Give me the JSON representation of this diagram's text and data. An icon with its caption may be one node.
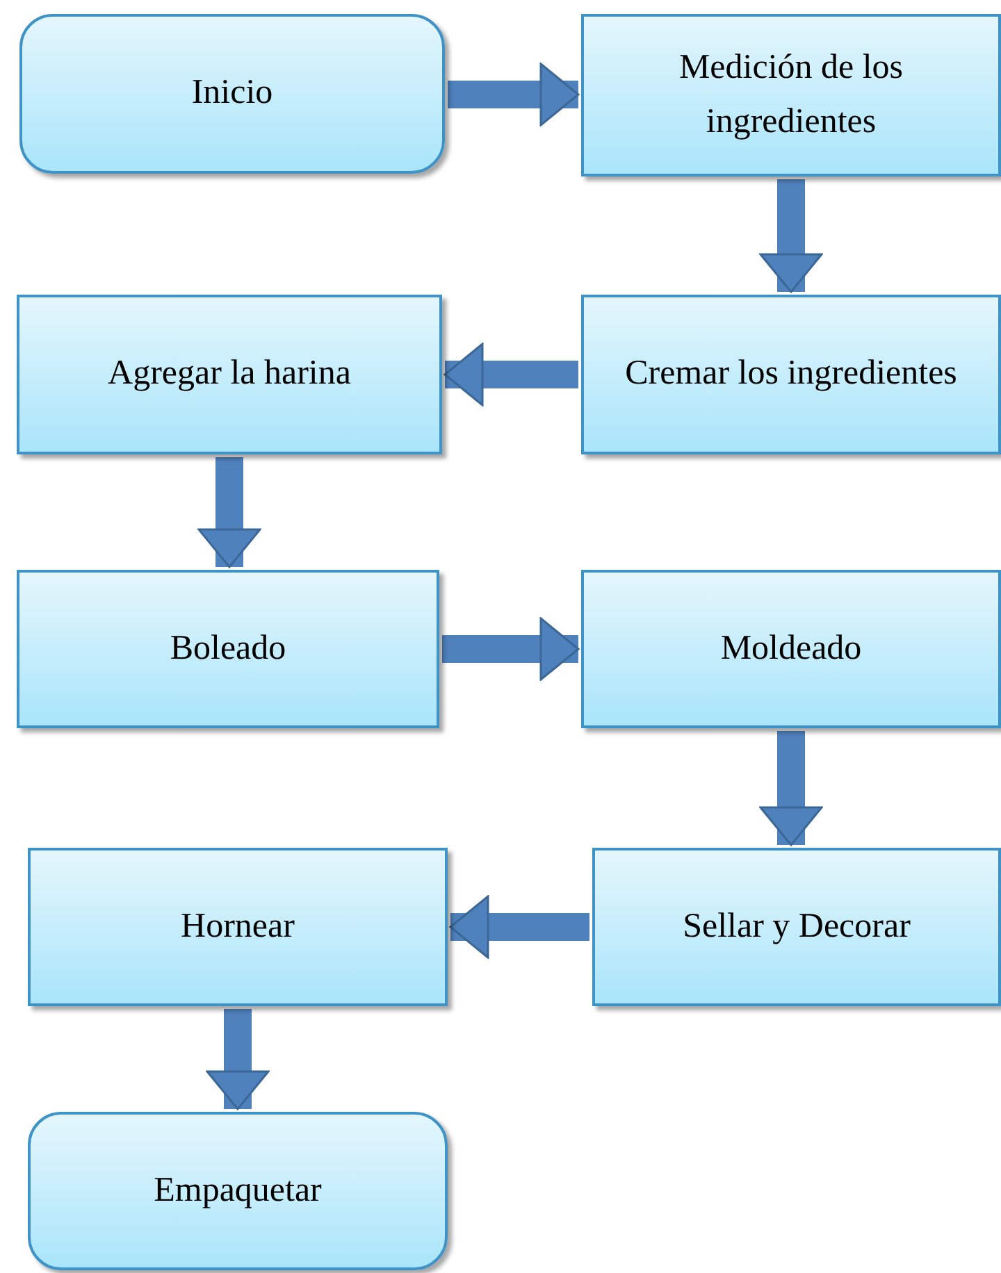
{
  "diagram": {
    "nodes": [
      {
        "text": [
          "Inicio"
        ]
      },
      {
        "text": [
          "Medición de los ingredientes"
        ]
      },
      {
        "text": [
          "Cremar los ingredientes"
        ]
      },
      {
        "text": [
          "Agregar la harina"
        ]
      },
      {
        "text": [
          "Boleado"
        ]
      },
      {
        "text": [
          "Moldeado"
        ]
      },
      {
        "text": [
          "Sellar y Decorar"
        ]
      },
      {
        "text": [
          "Hornear"
        ]
      },
      {
        "text": [
          "Empaquetar"
        ]
      }
    ],
    "edges": [
      {
        "from": 0,
        "to": 1,
        "arrow": "to"
      },
      {
        "from": 1,
        "to": 2,
        "arrow": "to"
      },
      {
        "from": 2,
        "to": 3,
        "arrow": "to"
      },
      {
        "from": 3,
        "to": 4,
        "arrow": "to"
      },
      {
        "from": 4,
        "to": 5,
        "arrow": "to"
      },
      {
        "from": 5,
        "to": 6,
        "arrow": "to"
      },
      {
        "from": 6,
        "to": 7,
        "arrow": "to"
      },
      {
        "from": 7,
        "to": 8,
        "arrow": "to"
      }
    ]
  }
}
